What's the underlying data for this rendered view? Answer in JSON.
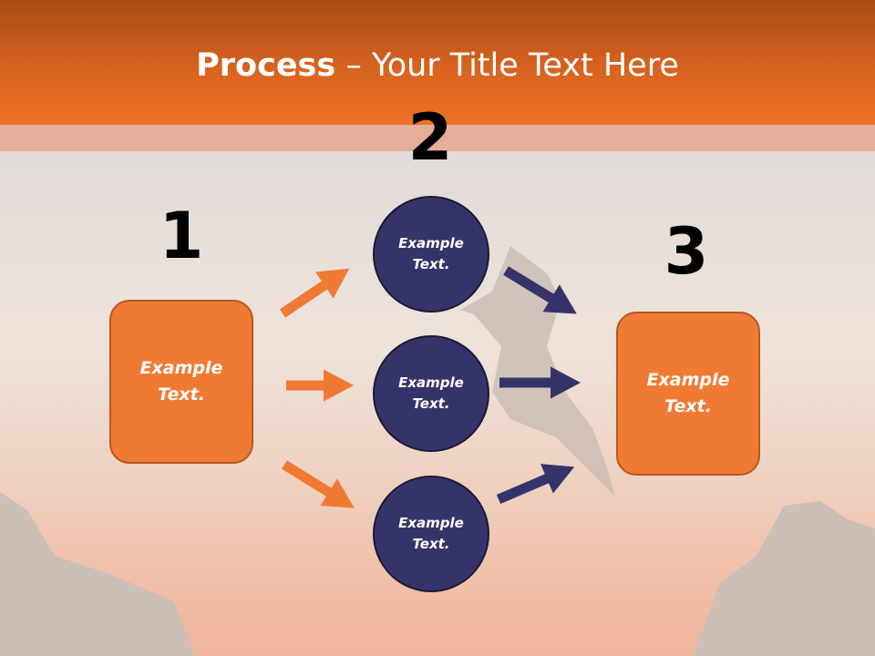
{
  "title": {
    "bold": "Process",
    "rest": " – Your Title Text Here"
  },
  "steps": [
    {
      "number": "1",
      "label": "Example Text."
    },
    {
      "number": "2",
      "items": [
        "Example Text.",
        "Example Text.",
        "Example Text."
      ]
    },
    {
      "number": "3",
      "label": "Example Text."
    }
  ],
  "colors": {
    "orange": "#f07a33",
    "navy": "#35346a"
  }
}
